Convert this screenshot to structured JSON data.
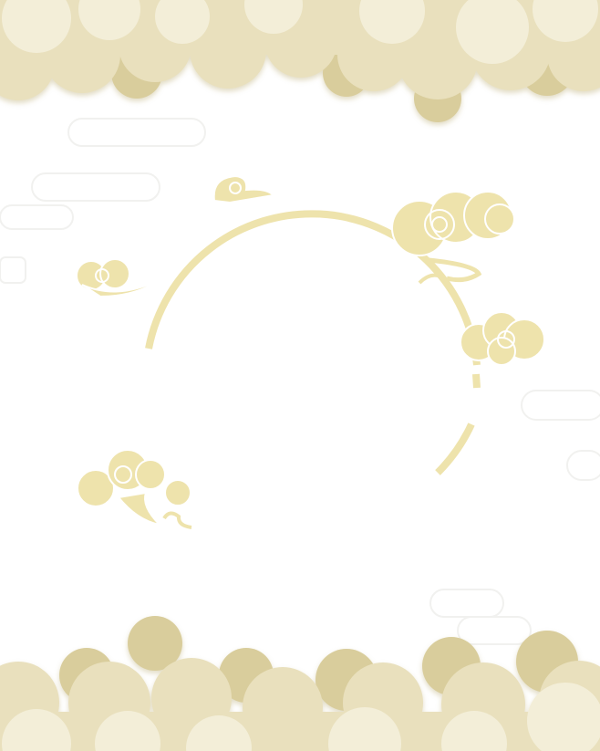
{
  "palette": {
    "cloud_light": "#f3eed8",
    "cloud_mid": "#e9e0bd",
    "cloud_dark": "#d9cd9c",
    "cloud_shadow": "#cfc190",
    "ornament": "#eee3ac",
    "ornament_line": "#ffffff",
    "background": "#ffffff"
  },
  "icons": [
    "top-cloud-bank",
    "bottom-cloud-bank",
    "moon-arc",
    "auspicious-cloud-icon"
  ]
}
